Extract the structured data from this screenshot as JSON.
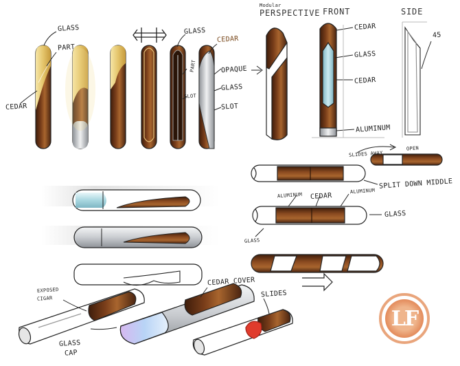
{
  "labels": {
    "glass_1": "GLASS",
    "part": "PART",
    "cedar_left": "CEDAR",
    "glass_2": "GLASS",
    "cedar_top": "CEDAR",
    "opaque": "OPAQUE",
    "glass_3": "GLASS",
    "slot_small": "SLOT",
    "slot": "SLOT",
    "part_small": "PART"
  },
  "views": {
    "modular": "Modular",
    "perspective": "PERSPECTIVE",
    "front": "FRONT",
    "side": "SIDE"
  },
  "front_callouts": {
    "cedar": "CEDAR",
    "glass": "GLASS",
    "cedar_2": "CEDAR",
    "aluminum": "ALUMINUM",
    "side_angle": "45"
  },
  "right_callouts": {
    "slides_away": "SLIDES AWAY",
    "open": "OPEN",
    "split": "SPLIT DOWN MIDDLE",
    "aluminum_1": "ALUMINUM",
    "cedar": "CEDAR",
    "aluminum_2": "ALUMINUM",
    "glass_right": "GLASS",
    "glass_left": "GLASS"
  },
  "bottom_callouts": {
    "exposed": "EXPOSED",
    "cigar": "CIGAR",
    "cedar_cover": "CEDAR COVER",
    "slides": "SLIDES",
    "glass": "GLASS",
    "cap": "CAP"
  },
  "logo": {
    "letters": "LF",
    "color": "#e9a57c"
  },
  "colors": {
    "wood_dark": "#4a2410",
    "wood_mid": "#7a3e1a",
    "wood_light": "#a8652e",
    "glass_blue": "#a9d7e0",
    "glass_cream": "#e9d28a",
    "aluminum": "#c9ccd0",
    "ink": "#222222"
  }
}
